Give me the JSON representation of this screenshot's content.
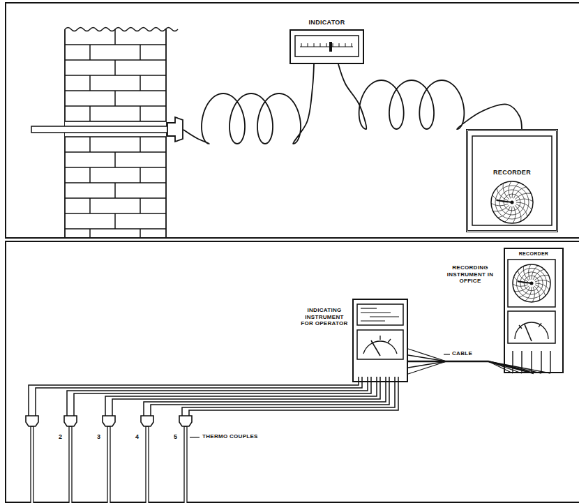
{
  "diagram": {
    "nodes": [
      {
        "text": [
          "INDICATOR"
        ]
      },
      {
        "text": [
          "RECORDER"
        ]
      },
      {
        "text": [
          "INDICATING INSTRUMENT FOR OPERATOR"
        ]
      },
      {
        "text": [
          "RECORDING INSTRUMENT IN OFFICE",
          "RECORDER"
        ]
      }
    ],
    "edges": [
      {
        "from": 0,
        "to": 1,
        "arrow": "none"
      },
      {
        "from": 2,
        "to": 3,
        "arrow": "none",
        "label": "CABLE"
      }
    ],
    "labels": [
      "2",
      "3",
      "4",
      "5",
      "THERMO COUPLES"
    ]
  }
}
